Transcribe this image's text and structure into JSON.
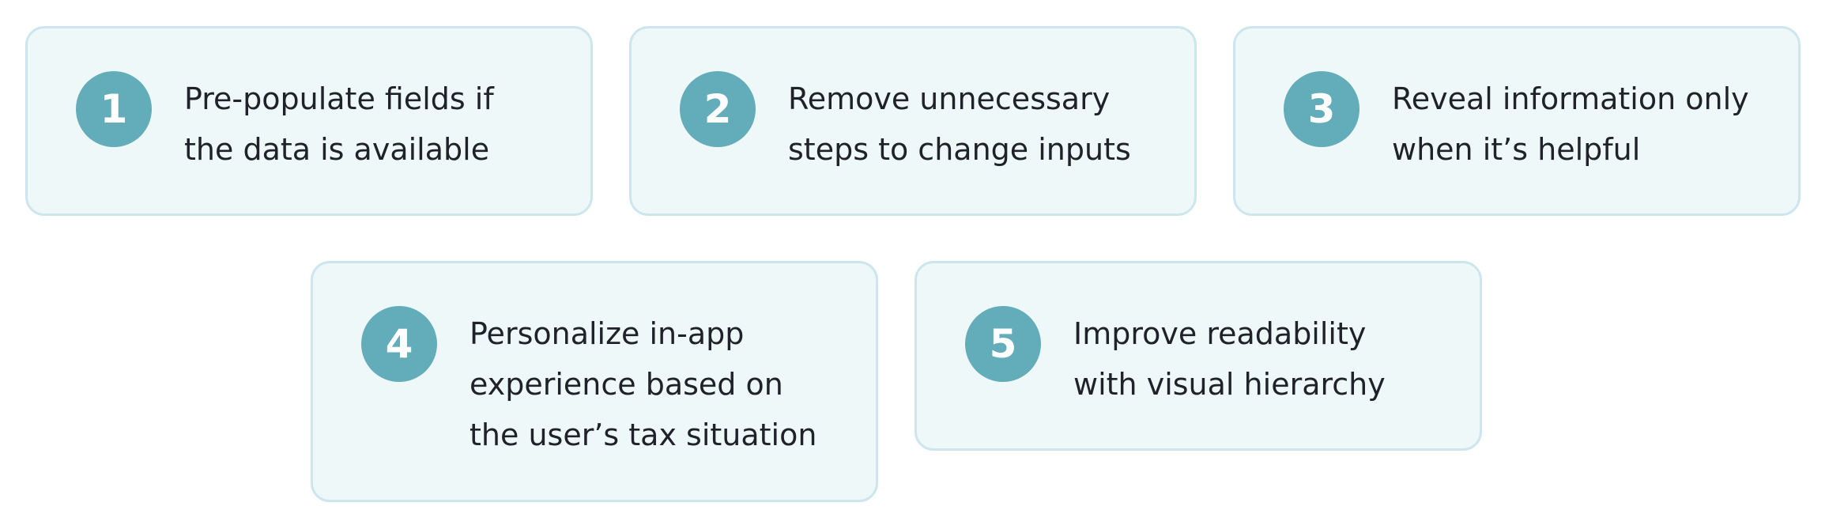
{
  "cards": [
    {
      "number": "1",
      "lines": [
        "Pre-populate fields if",
        "the data is available"
      ]
    },
    {
      "number": "2",
      "lines": [
        "Remove unnecessary",
        "steps to change inputs"
      ]
    },
    {
      "number": "3",
      "lines": [
        "Reveal information only",
        "when it’s helpful"
      ]
    },
    {
      "number": "4",
      "lines": [
        "Personalize in-app",
        "experience based on",
        "the user’s tax situation"
      ]
    },
    {
      "number": "5",
      "lines": [
        "Improve readability",
        "with visual hierarchy"
      ]
    }
  ],
  "colors": {
    "card_background": "#eff8f9",
    "card_border": "#cde6ed",
    "badge": "#63acba",
    "text": "#20222a"
  }
}
